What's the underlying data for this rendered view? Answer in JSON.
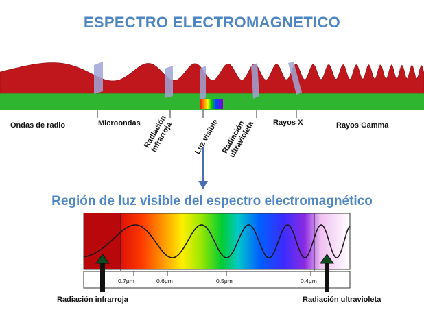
{
  "title": "ESPECTRO ELECTROMAGNETICO",
  "title_color": "#4e86c4",
  "regions": [
    {
      "label": "Ondas de radio"
    },
    {
      "label": "Microondas"
    },
    {
      "label": "Radiación infrarroja"
    },
    {
      "label": "Luz visible"
    },
    {
      "label": "Radiación ultravioleta"
    },
    {
      "label": "Rayos X"
    },
    {
      "label": "Rayos Gamma"
    }
  ],
  "subtitle": "Región de luz visible del espectro electromagnético",
  "subtitle_color": "#4e86c4",
  "ticks": [
    "0.7μm",
    "0.6μm",
    "0.5μm",
    "0.4μm"
  ],
  "bottom_left": "Radiación infrarroja",
  "bottom_right": "Radiación ultravioleta",
  "colors": {
    "wave_red": "#c0171c",
    "ground_green": "#2fb52f",
    "divider": "#9fa4d6",
    "down_arrow": "#4a6fb0"
  }
}
